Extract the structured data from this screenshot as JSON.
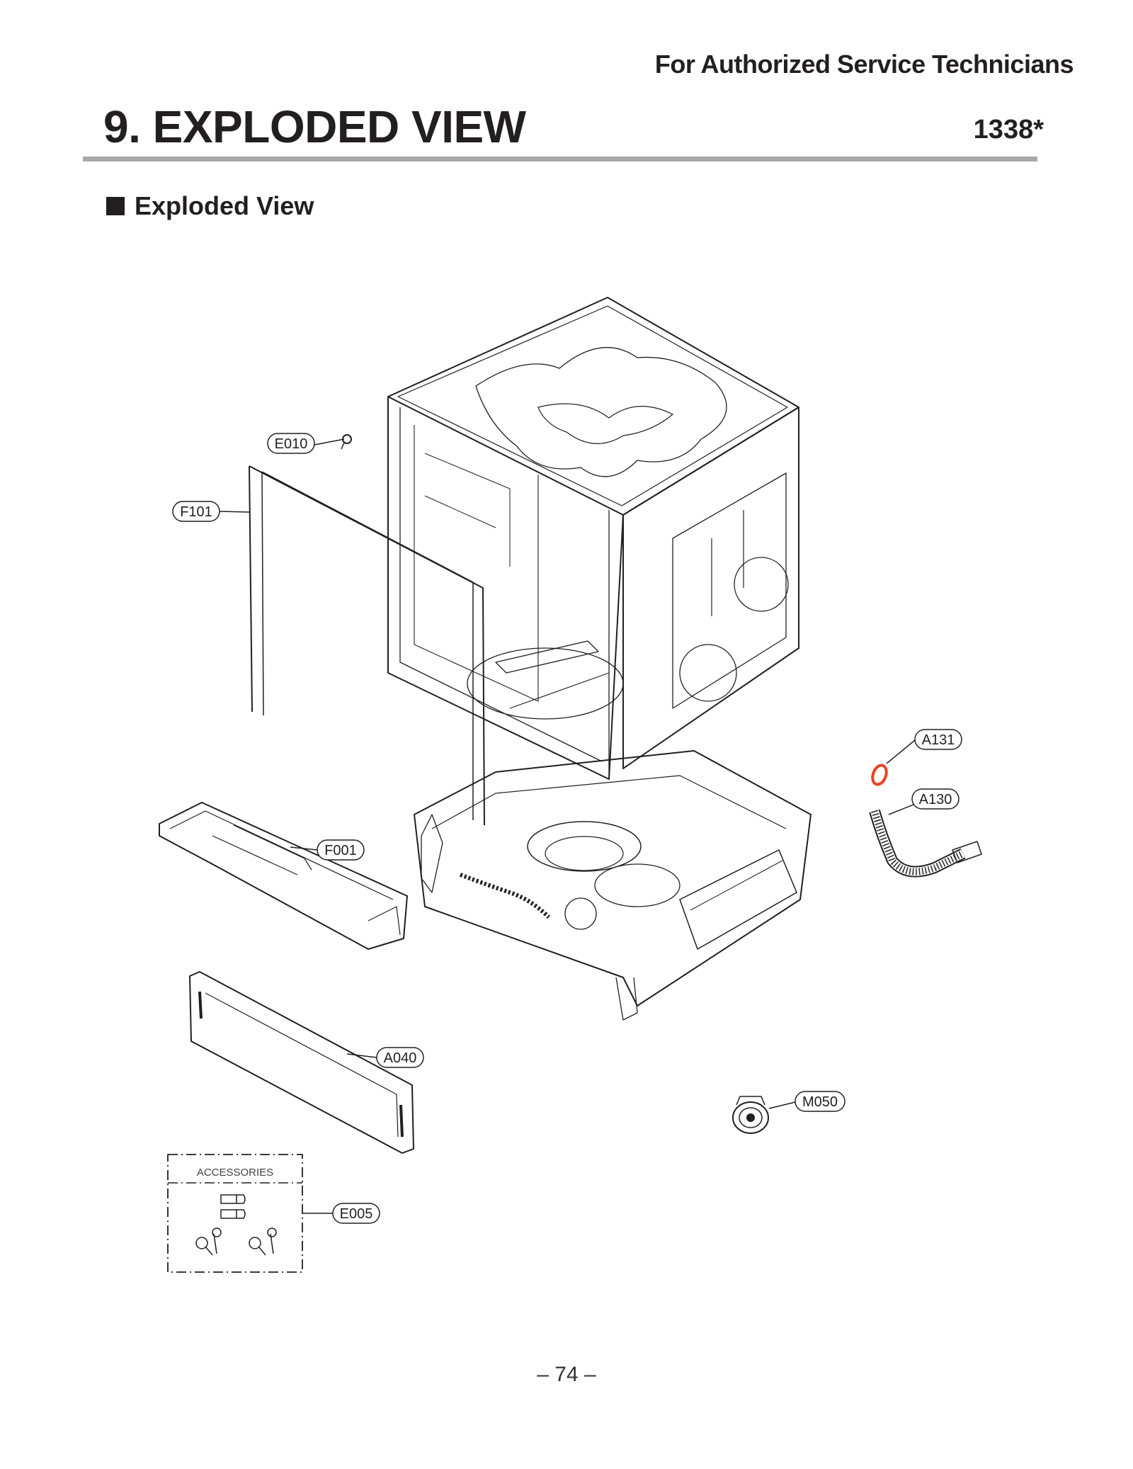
{
  "header": {
    "note": "For Authorized Service Technicians",
    "title": "9. EXPLODED VIEW",
    "model": "1338*"
  },
  "section": {
    "title": "Exploded View"
  },
  "callouts": {
    "E010": "E010",
    "F101": "F101",
    "F001": "F001",
    "A040": "A040",
    "A131": "A131",
    "A130": "A130",
    "M050": "M050",
    "E005": "E005"
  },
  "accessories": {
    "label": "ACCESSORIES"
  },
  "footer": {
    "page_number": "– 74 –"
  },
  "colors": {
    "highlight_oring": "#e8431f",
    "rule": "#a6a8ab"
  }
}
